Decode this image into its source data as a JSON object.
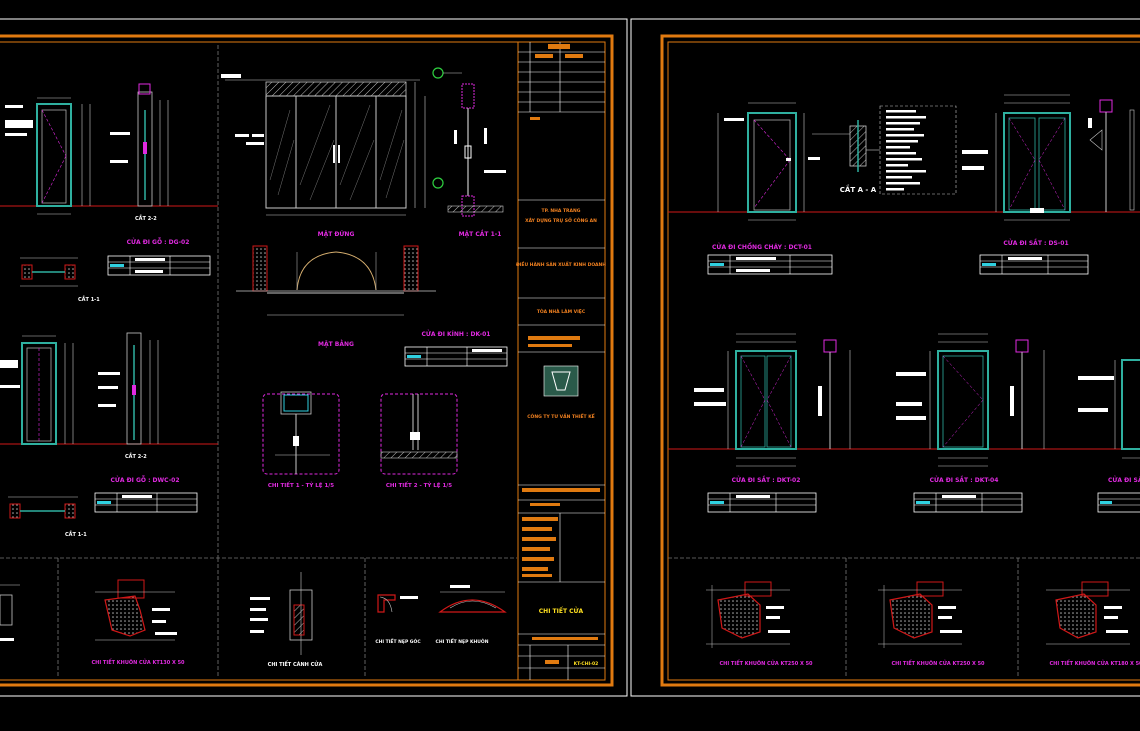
{
  "app": "CAD drawing viewer",
  "colors": {
    "background": "#000000",
    "frame": "#e07a10",
    "sheet_border": "#ffffff",
    "label_magenta": "#e02ae0",
    "label_orange": "#f08020",
    "door_frame": "#2fb0a0",
    "dimension": "#c8c8c8",
    "ground_line": "#d01818",
    "section_fill": "#d01818",
    "title_block": "#e07a10"
  },
  "sheet_left": {
    "views": [
      {
        "id": "l1",
        "caption": "CỬA ĐI GỖ : DG-02"
      },
      {
        "id": "l1cut",
        "caption": "CẮT 2-2"
      },
      {
        "id": "l1cut2",
        "caption": "CẮT 1-1"
      },
      {
        "id": "l2",
        "caption": "CỬA ĐI GỖ : DWC-02"
      },
      {
        "id": "l2cut",
        "caption": "CẮT 2-2"
      },
      {
        "id": "l2cut2",
        "caption": "CẮT 1-1"
      },
      {
        "id": "elev",
        "caption": "MẶT ĐỨNG"
      },
      {
        "id": "sect",
        "caption": "MẶT CẮT 1-1"
      },
      {
        "id": "plan",
        "caption": "MẶT BẰNG"
      },
      {
        "id": "glass",
        "caption": "CỬA ĐI KÍNH : DK-01"
      },
      {
        "id": "det1",
        "caption": "CHI TIẾT 1 - TỶ LỆ 1/5"
      },
      {
        "id": "det2",
        "caption": "CHI TIẾT 2 - TỶ LỆ 1/5"
      },
      {
        "id": "b1",
        "caption": "CHI TIẾT KHUÔN CỬA KT130 X 50"
      },
      {
        "id": "b2",
        "caption": "CHI TIẾT CÁNH CỬA"
      },
      {
        "id": "b3a",
        "caption": "CHI TIẾT NẸP GÓC"
      },
      {
        "id": "b3b",
        "caption": "CHI TIẾT NẸP KHUÔN"
      }
    ],
    "title_block": {
      "heading": "TP. NHA TRANG",
      "project": "XÂY DỰNG TRỤ SỞ CÔNG AN",
      "location": "ĐIỀU HÀNH SẢN XUẤT KINH DOANH",
      "item": "TÒA NHÀ LÀM VIỆC",
      "company": "CÔNG TY TƯ VẤN THIẾT KẾ",
      "drawing_title": "CHI TIẾT CỬA",
      "sheet_no": "KT-CHI-02"
    }
  },
  "sheet_right": {
    "views": [
      {
        "id": "r1",
        "caption": "CỬA ĐI CHỐNG CHÁY : DCT-01"
      },
      {
        "id": "r1cut",
        "caption": "CẮT A - A"
      },
      {
        "id": "r2",
        "caption": "CỬA ĐI SẮT : DS-01"
      },
      {
        "id": "r3",
        "caption": "CỬA ĐI SẮT : DKT-02"
      },
      {
        "id": "r4",
        "caption": "CỬA ĐI SẮT : DKT-04"
      },
      {
        "id": "r5",
        "caption": "CỬA ĐI SẮT"
      },
      {
        "id": "rb1",
        "caption": "CHI TIẾT KHUÔN CỬA KT250 X 50"
      },
      {
        "id": "rb2",
        "caption": "CHI TIẾT KHUÔN CỬA KT250 X 50"
      },
      {
        "id": "rb3",
        "caption": "CHI TIẾT KHUÔN CỬA KT180 X 50"
      }
    ]
  }
}
